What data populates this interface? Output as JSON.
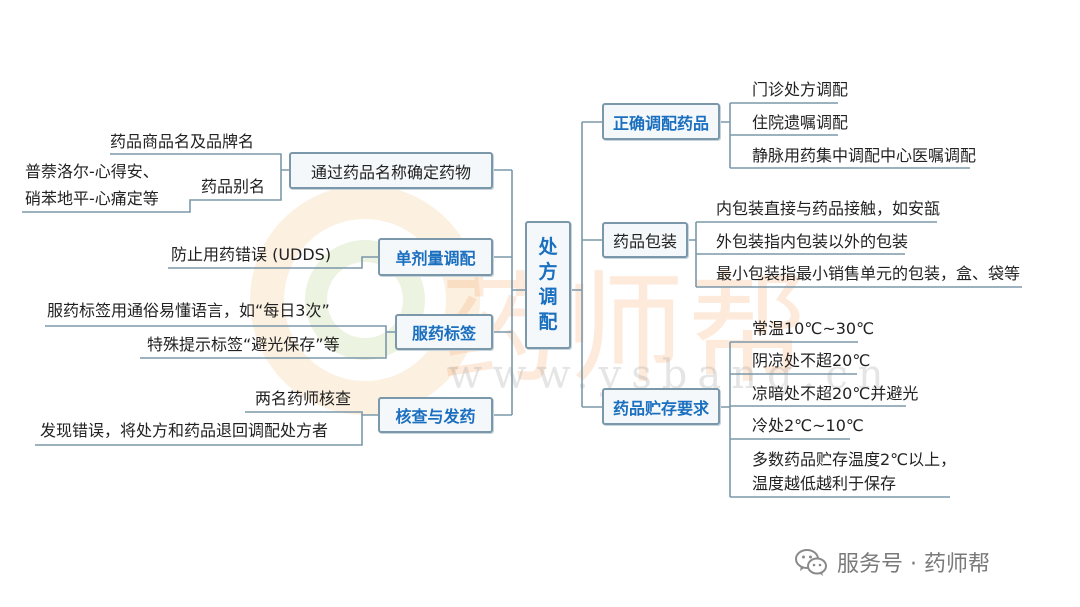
{
  "center": {
    "label": "处方调配",
    "chars": [
      "处",
      "方",
      "调",
      "配"
    ]
  },
  "left_branches": [
    {
      "label": "通过药品名称确定药物",
      "children": [
        "药品商品名及品牌名",
        "药品别名"
      ],
      "alias_examples": [
        "普萘洛尔-心得安、",
        "硝苯地平-心痛定等"
      ]
    },
    {
      "label": "单剂量调配",
      "children": [
        "防止用药错误 (UDDS)"
      ]
    },
    {
      "label": "服药标签",
      "children": [
        "服药标签用通俗易懂语言，如“每日3次”",
        "特殊提示标签“避光保存”等"
      ]
    },
    {
      "label": "核查与发药",
      "children": [
        "两名药师核查",
        "发现错误，将处方和药品退回调配处方者"
      ]
    }
  ],
  "right_branches": [
    {
      "label": "正确调配药品",
      "children": [
        "门诊处方调配",
        "住院遗嘱调配",
        "静脉用药集中调配中心医嘱调配"
      ]
    },
    {
      "label": "药品包装",
      "children": [
        "内包装直接与药品接触，如安瓿",
        "外包装指内包装以外的包装",
        "最小包装指最小销售单元的包装，盒、袋等"
      ]
    },
    {
      "label": "药品贮存要求",
      "children": [
        "常温10℃~30℃",
        "阴凉处不超20℃",
        "凉暗处不超20℃并避光",
        "冷处2℃~10℃",
        "多数药品贮存温度2℃以上，",
        "温度越低越利于保存"
      ]
    }
  ],
  "watermark": {
    "brand": "药师帮",
    "url": "www.ysbang.cn"
  },
  "footer": {
    "text": "服务号 · 药师帮",
    "icon": "wechat-icon"
  },
  "colors": {
    "accent": "#1b6fbf",
    "line": "#7b98aa"
  }
}
